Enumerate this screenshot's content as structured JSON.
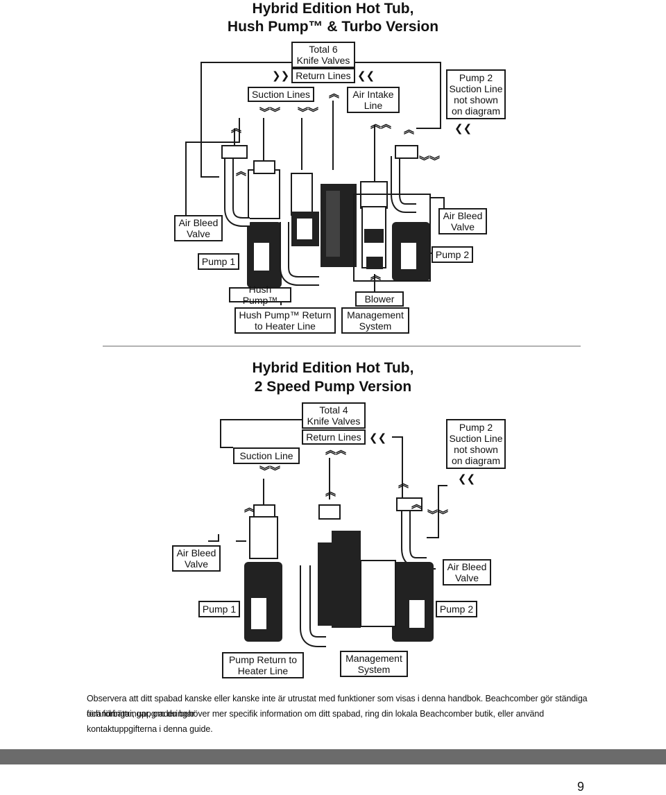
{
  "top": {
    "title_line1": "Hybrid Edition Hot Tub,",
    "title_line2": "Hush Pump™ & Turbo Version",
    "labels": {
      "total_valves": [
        "Total 6",
        "Knife Valves"
      ],
      "return_lines": "Return Lines",
      "suction_lines": "Suction Lines",
      "air_intake": [
        "Air Intake",
        "Line"
      ],
      "pump2_suction": [
        "Pump 2",
        "Suction Line",
        "not shown",
        "on diagram"
      ],
      "air_bleed_left": [
        "Air Bleed",
        "Valve"
      ],
      "air_bleed_right": [
        "Air Bleed",
        "Valve"
      ],
      "pump1": "Pump 1",
      "pump2": "Pump 2",
      "hush_pump": "Hush Pump™",
      "hush_return": [
        "Hush Pump™ Return",
        "to Heater Line"
      ],
      "blower": "Blower",
      "management": [
        "Management",
        "System"
      ]
    }
  },
  "bottom": {
    "title_line1": "Hybrid Edition Hot Tub,",
    "title_line2": "2 Speed Pump Version",
    "labels": {
      "total_valves": [
        "Total 4",
        "Knife Valves"
      ],
      "return_lines": "Return Lines",
      "suction_line": "Suction Line",
      "pump2_suction": [
        "Pump 2",
        "Suction Line",
        "not shown",
        "on diagram"
      ],
      "air_bleed_left": [
        "Air Bleed",
        "Valve"
      ],
      "air_bleed_right": [
        "Air Bleed",
        "Valve"
      ],
      "pump1": "Pump 1",
      "pump2": "Pump 2",
      "pump_return": [
        "Pump Return to",
        "Heater Line"
      ],
      "management": [
        "Management",
        "System"
      ]
    }
  },
  "note": {
    "line1": "Observera att ditt spabad kanske eller kanske inte är utrustat med funktioner som visas i denna handbok. Beachcomber gör ständiga förändringar, uppgraderingar",
    "line2": "och förbättringar, om du behöver mer specifik information om ditt spabad, ring din lokala Beachcomber butik, eller använd kontaktuppgifterna i denna guide."
  },
  "page_number": "9",
  "colors": {
    "ink": "#1a1a1a",
    "pump_dark": "#222222",
    "footer_bar": "#6b6b6b",
    "divider": "#999999"
  }
}
